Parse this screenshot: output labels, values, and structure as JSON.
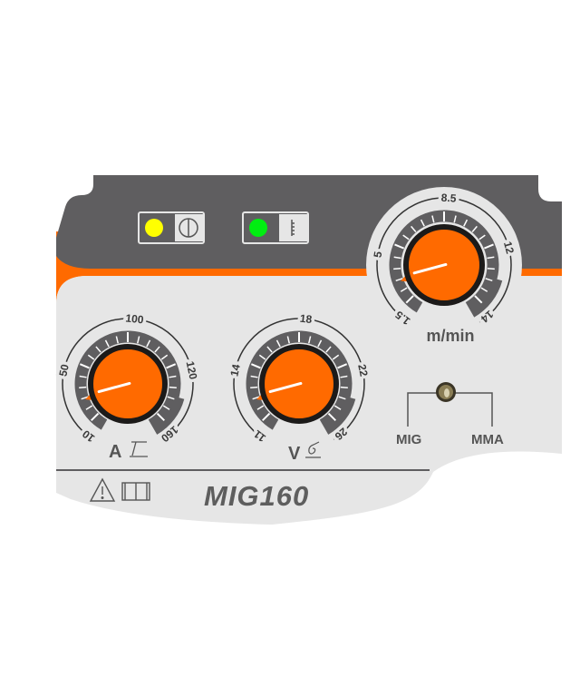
{
  "panel": {
    "model_name": "MIG160",
    "colors": {
      "dark": "#5f5e60",
      "light": "#e6e6e6",
      "accent": "#ff6a00",
      "power_led": "#ffff00",
      "thermal_led": "#00ee11"
    }
  },
  "indicators": [
    {
      "name": "power",
      "led_color": "#ffff00",
      "icon": "power-symbol-icon"
    },
    {
      "name": "thermal",
      "led_color": "#00ee11",
      "icon": "thermometer-icon"
    }
  ],
  "dials": [
    {
      "id": "wire-speed",
      "labels": [
        "1.5",
        "5",
        "8.5",
        "12",
        "14"
      ],
      "unit": "m/min"
    },
    {
      "id": "current",
      "labels": [
        "10",
        "50",
        "100",
        "120",
        "160"
      ],
      "unit": "A"
    },
    {
      "id": "voltage",
      "labels": [
        "11",
        "14",
        "18",
        "22",
        "26"
      ],
      "unit": "V"
    }
  ],
  "mode_switch": {
    "options": [
      "MIG",
      "MMA"
    ]
  },
  "warnings": {
    "icons": [
      "warning-triangle-icon",
      "manual-book-icon"
    ]
  }
}
